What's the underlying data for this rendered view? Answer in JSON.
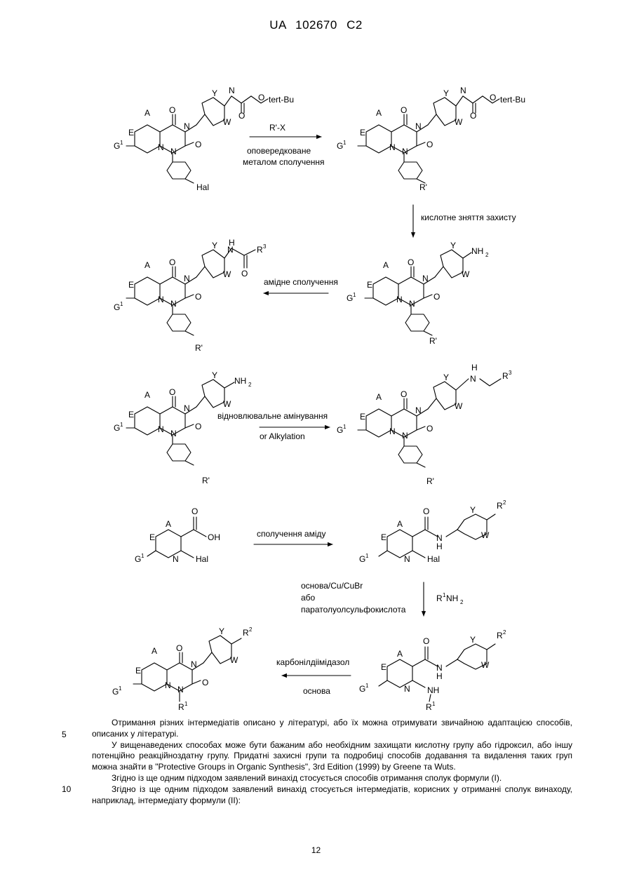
{
  "header": {
    "patent": "UA",
    "number": "102670",
    "kind": "C2"
  },
  "scheme": {
    "atoms": {
      "E": "E",
      "A": "A",
      "N": "N",
      "Y": "Y",
      "W": "W",
      "O": "O",
      "G": "G",
      "one": "1",
      "tertBu": "tert-Bu",
      "Hal": "Hal",
      "Rp": "R'",
      "R": "R",
      "three": "3",
      "two": "2",
      "NH": "NH",
      "H": "H",
      "NH2_base": "NH",
      "NH2_sub": "2",
      "OH": "OH",
      "R1NH2_R": "R",
      "R1NH2_mid": "NH",
      "R1NH2_sub": "2"
    },
    "reactions": {
      "r1_above": "R'-X",
      "r1_below_1": "оповередковане",
      "r1_below_2": "металом сполучення",
      "r2": "кислотне зняття захисту",
      "r3": "амідне сполучення",
      "r4_above": "відновлювальне амінування",
      "r4_below": "or Alkylation",
      "r5": "сполучення аміду",
      "r6_left_1": "основа/Cu/CuBr",
      "r6_left_2": "або",
      "r6_left_3": "паратолуолсульфокислота",
      "r7_above": "карбонілдіімідазол",
      "r7_below": "основа"
    }
  },
  "body": {
    "p1": "Отримання різних інтермедіатів описано у літературі, або їх можна отримувати звичайною адаптацією способів, описаних у літературі.",
    "p2": "У вищенаведених способах може бути бажаним або необхідним захищати кислотну групу або гідроксил, або іншу потенційно реакційноздатну групу. Придатні захисні групи та подробиці способів додавання та видалення таких груп можна знайти в \"Protective Groups in Organic Synthesis\", 3rd Edition (1999) by Greene та Wuts.",
    "p3": "Згідно із ще одним підходом заявлений винахід стосується способів отримання сполук формули (I).",
    "p4": "Згідно із ще одним підходом заявлений винахід стосується інтермедіатів, корисних у отриманні сполук винаходу, наприклад, інтермедіату формули (II):"
  },
  "line_numbers": {
    "n5": "5",
    "n10": "10"
  },
  "footer": {
    "page": "12"
  }
}
